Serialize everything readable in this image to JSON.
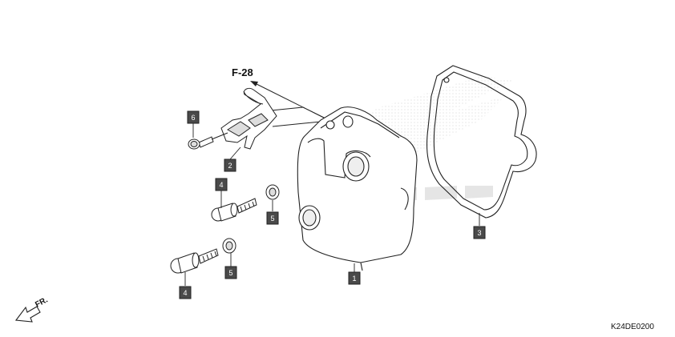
{
  "diagram": {
    "reference": "F-28",
    "diagram_code": "K24DE0200",
    "direction_label": "FR.",
    "colors": {
      "line": "#222222",
      "callout_fill": "#4a4a4a",
      "callout_text": "#ffffff",
      "watermark": "#d8d8d8"
    },
    "callouts": [
      {
        "id": "c1",
        "number": "1",
        "part": "cylinder-head-cover"
      },
      {
        "id": "c2",
        "number": "2",
        "part": "breather-bracket-clip"
      },
      {
        "id": "c3",
        "number": "3",
        "part": "cover-gasket"
      },
      {
        "id": "c4a",
        "number": "4",
        "part": "bolt"
      },
      {
        "id": "c4b",
        "number": "4",
        "part": "bolt"
      },
      {
        "id": "c5a",
        "number": "5",
        "part": "washer"
      },
      {
        "id": "c5b",
        "number": "5",
        "part": "washer"
      },
      {
        "id": "c6",
        "number": "6",
        "part": "flange-bolt"
      }
    ]
  }
}
